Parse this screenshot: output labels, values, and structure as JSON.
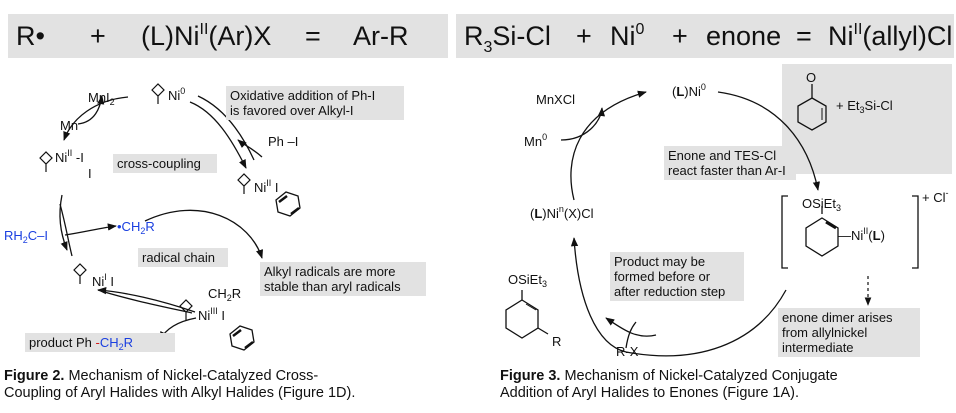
{
  "figure2": {
    "equation": {
      "term1": "R•",
      "plus": "+",
      "term2": "(L)Ni",
      "term2_ox": "II",
      "term2_rest": "(Ar)X",
      "equals": "=",
      "product": "Ar-R"
    },
    "labels": {
      "mn_iodide": "MnI",
      "mn_iodide_sub": "2",
      "mn": "Mn",
      "ni0": "Ni",
      "ni0_ox": "0",
      "ni2": "Ni",
      "ni2_ox": "II",
      "ni2_x1": "-I",
      "ni2_x2": "I",
      "ph_i": "Ph –I",
      "ni2_ar": "Ni",
      "ni2_ar_ox": "II",
      "ni2_ar_x": "I",
      "alkyl_iodide": "RH",
      "alkyl_iodide_sub": "2",
      "alkyl_iodide_rest": "C–I",
      "radical": "•CH",
      "radical_sub": "2",
      "radical_rest": "R",
      "ni1": "Ni",
      "ni1_ox": "I",
      "ni1_x": "I",
      "ch2r": "CH",
      "ch2r_sub": "2",
      "ch2r_rest": "R",
      "ni3": "Ni",
      "ni3_ox": "III",
      "ni3_x": "I",
      "product_prefix": "product  Ph ",
      "product_dash": "-",
      "product_alkyl": "CH",
      "product_alkyl_sub": "2",
      "product_alkyl_rest": "R"
    },
    "boxes": {
      "oxidative_addition": [
        "Oxidative addition of Ph-I",
        "is favored over Alkyl-I"
      ],
      "cross_coupling": "cross-coupling",
      "radical_chain": "radical chain",
      "radicals_stability": [
        "Alkyl radicals are more",
        "stable than aryl radicals"
      ]
    },
    "caption": {
      "label": "Figure 2.",
      "lines": [
        " Mechanism of Nickel-Catalyzed Cross-",
        "Coupling of Aryl Halides with Alkyl Halides (Figure 1D)."
      ]
    }
  },
  "figure3": {
    "equation": {
      "term1": "R",
      "term1_sub": "3",
      "term1_rest": "Si-Cl",
      "plus": "+",
      "term2": "Ni",
      "term2_sup": "0",
      "plus2": "+",
      "term3": "enone",
      "equals": "=",
      "product": "Ni",
      "product_ox": "II",
      "product_rest": "(allyl)Cl"
    },
    "labels": {
      "ni0_open": "(",
      "ni0_L": "L",
      "ni0_close": ")Ni",
      "ni0_ox": "0",
      "mnxcl": "MnXCl",
      "mn0": "Mn",
      "mn0_ox": "0",
      "nin_open": "(",
      "nin_L": "L",
      "nin_close": ")Ni",
      "nin_ox": "n",
      "nin_rest": "(X)Cl",
      "enone_o": "O",
      "tescl_plus": "+ ",
      "tescl": "Et",
      "tescl_sub": "3",
      "tescl_rest": "Si-Cl",
      "osiet3": "OSiEt",
      "osiet3_sub": "3",
      "allyl_ni": "—Ni",
      "allyl_ni_ox": "II",
      "allyl_ni_open": "(",
      "allyl_ni_L": "L",
      "allyl_ni_close": ")",
      "charge": "+",
      "chloride": "Cl",
      "chloride_sup": "-",
      "product_osiet3": "OSiEt",
      "product_osiet3_sub": "3",
      "product_r": "R",
      "rx": "R-X"
    },
    "boxes": {
      "enone_faster": [
        "Enone and TES-Cl",
        "react faster than Ar-I"
      ],
      "product_formed": [
        "Product may be",
        "formed before or",
        "after reduction step"
      ],
      "enone_dimer": [
        "enone dimer arises",
        "from allylnickel",
        "intermediate"
      ]
    },
    "caption": {
      "label": "Figure 3.",
      "lines": [
        " Mechanism of Nickel-Catalyzed Conjugate",
        "Addition of Aryl Halides to Enones (Figure 1A)."
      ]
    }
  }
}
